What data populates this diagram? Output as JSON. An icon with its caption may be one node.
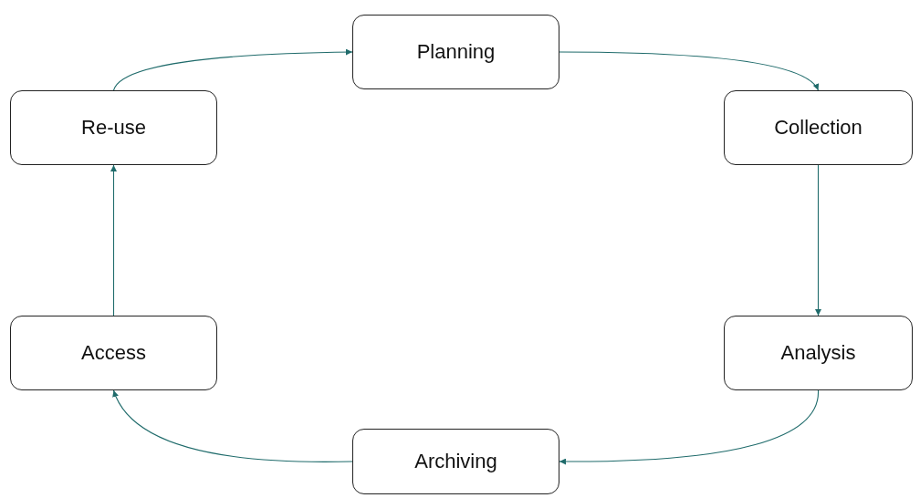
{
  "diagram": {
    "nodes": [
      {
        "text": [
          "Planning"
        ]
      },
      {
        "text": [
          "Collection"
        ]
      },
      {
        "text": [
          "Analysis"
        ]
      },
      {
        "text": [
          "Archiving"
        ]
      },
      {
        "text": [
          "Access"
        ]
      },
      {
        "text": [
          "Re-use"
        ]
      }
    ],
    "edges": [
      {
        "from": 0,
        "to": 1,
        "arrow": "to"
      },
      {
        "from": 1,
        "to": 2,
        "arrow": "to"
      },
      {
        "from": 2,
        "to": 3,
        "arrow": "to"
      },
      {
        "from": 3,
        "to": 4,
        "arrow": "to"
      },
      {
        "from": 4,
        "to": 5,
        "arrow": "to"
      },
      {
        "from": 5,
        "to": 0,
        "arrow": "to"
      }
    ]
  }
}
